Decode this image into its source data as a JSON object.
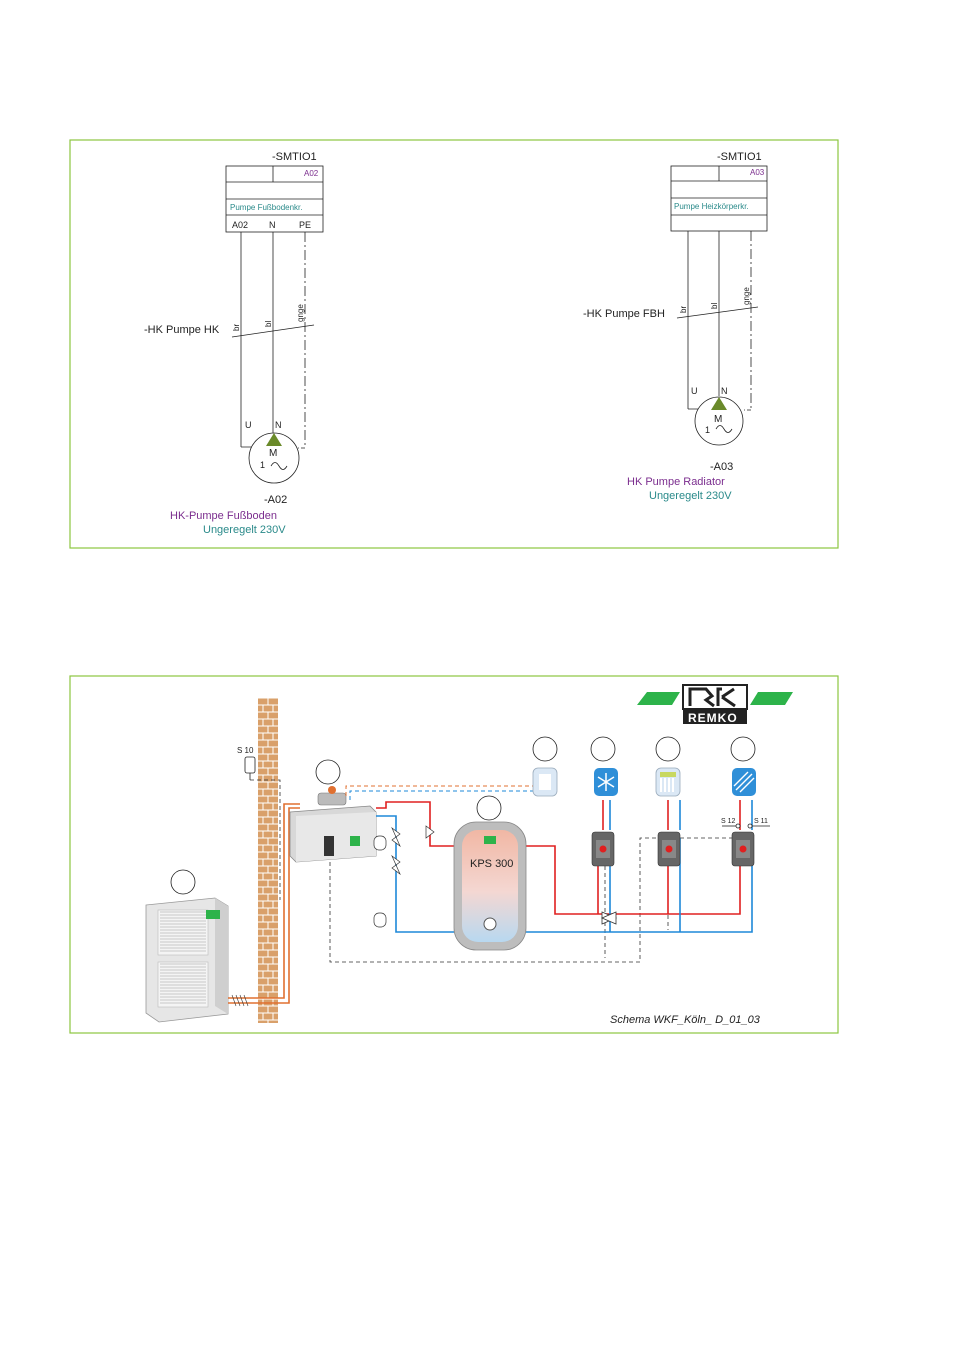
{
  "colors": {
    "frame": "#8cc63f",
    "purple": "#7b2d8e",
    "teal": "#2a8a8a",
    "red_pipe": "#e02020",
    "blue_pipe": "#1e88d8",
    "orange_pipe": "#e07030",
    "brick": "#d9a06a",
    "remko_green": "#2db34a"
  },
  "wiring": {
    "left": {
      "header": "-SMTIO1",
      "code": "A02",
      "function_label": "Pumpe Fußbodenkr.",
      "terminals": [
        "A02",
        "N",
        "PE"
      ],
      "cable_label": "-HK Pumpe HK",
      "wire_colors": [
        "br",
        "bl",
        "gnge"
      ],
      "motor_terminals": [
        "U",
        "N"
      ],
      "motor_letter": "M",
      "motor_phase": "1",
      "device_id": "-A02",
      "device_name": "HK-Pumpe Fußboden",
      "device_spec": "Ungeregelt  230V"
    },
    "right": {
      "header": "-SMTIO1",
      "code": "A03",
      "function_label": "Pumpe Heizkörperkr.",
      "cable_label": "-HK Pumpe FBH",
      "wire_colors": [
        "br",
        "bl",
        "gnge"
      ],
      "motor_terminals": [
        "U",
        "N"
      ],
      "motor_letter": "M",
      "motor_phase": "1",
      "device_id": "-A03",
      "device_name": "HK Pumpe Radiator",
      "device_spec": "Ungeregelt  230V"
    }
  },
  "hydraulic": {
    "brand": "REMKO",
    "tank_label": "KPS 300",
    "sensors": [
      "S 10",
      "S 12",
      "S 11"
    ],
    "caption": "Schema WKF_Köln_ D_01_03"
  }
}
